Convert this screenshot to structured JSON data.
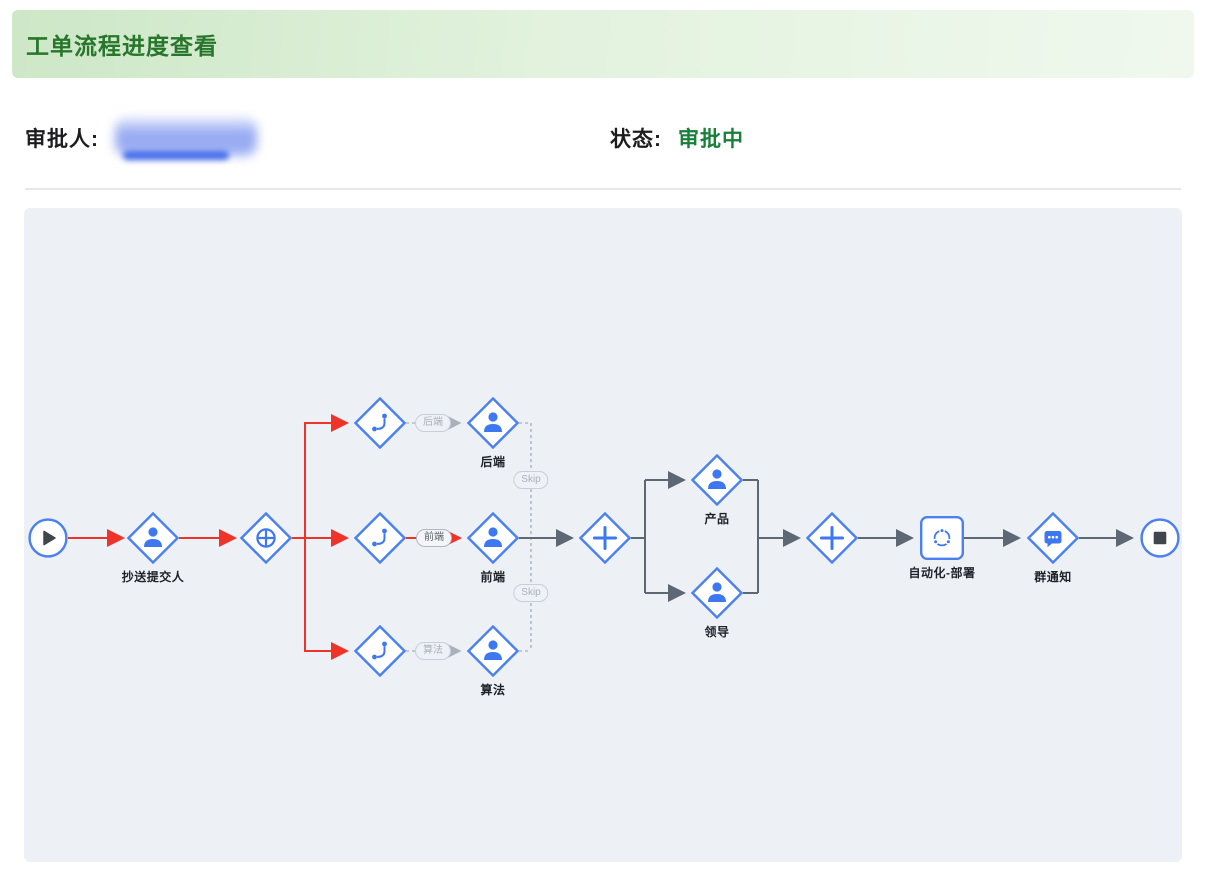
{
  "header": {
    "title": "工单流程进度查看"
  },
  "info": {
    "approver_label": "审批人:",
    "status_label": "状态:",
    "status_value": "审批中",
    "status_color": "#188038"
  },
  "flow": {
    "nodes": {
      "cc_submitter": "抄送提交人",
      "backend": "后端",
      "frontend": "前端",
      "algorithm": "算法",
      "product": "产品",
      "leader": "领导",
      "automation_deploy": "自动化-部署",
      "group_notify": "群通知"
    },
    "edge_labels": {
      "backend": "后端",
      "frontend": "前端",
      "algorithm": "算法",
      "skip_top": "Skip",
      "skip_bottom": "Skip"
    },
    "colors": {
      "active_path": "#f03328",
      "done_pending_path": "#5e6874",
      "skip_path": "#b3bac4",
      "node_border": "#4a80f0",
      "icon_blue": "#3d78f0"
    }
  }
}
